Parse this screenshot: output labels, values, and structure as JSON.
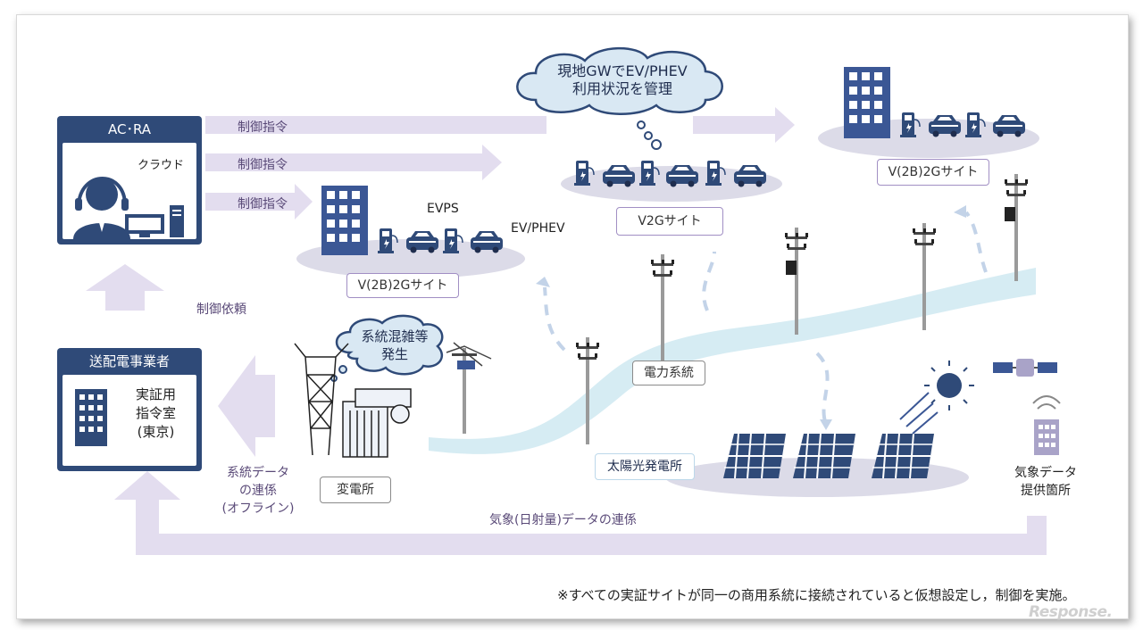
{
  "acra": {
    "title": "AC･RA",
    "cloud_label": "クラウド"
  },
  "tso": {
    "title": "送配電事業者",
    "office_line1": "実証用",
    "office_line2": "指令室",
    "office_line3": "(東京)"
  },
  "arrows": {
    "control_cmd_1": "制御指令",
    "control_cmd_2": "制御指令",
    "control_cmd_3": "制御指令",
    "control_request": "制御依頼"
  },
  "sites": {
    "v2b2g_left": "V(2B)2Gサイト",
    "v2g_center": "V2Gサイト",
    "v2b2g_right": "V(2B)2Gサイト",
    "evps_label": "EVPS",
    "ev_phev_label": "EV/PHEV"
  },
  "clouds": {
    "gateway_line1": "現地GWでEV/PHEV",
    "gateway_line2": "利用状況を管理",
    "congestion_line1": "系統混雑等",
    "congestion_line2": "発生"
  },
  "grid": {
    "power_system": "電力系統",
    "substation": "変電所",
    "solar_plant": "太陽光発電所",
    "weather_provider_line1": "気象データ",
    "weather_provider_line2": "提供箇所",
    "grid_data_line1": "系統データ",
    "grid_data_line2": "の連係",
    "grid_data_line3": "(オフライン)",
    "weather_data_link": "気象(日射量)データの連係"
  },
  "footnote": "※すべての実証サイトが同一の商用系統に接続されていると仮想設定し，制御を実施。",
  "watermark": "Response.",
  "colors": {
    "panel_navy": "#2f4a78",
    "arrow_lavender": "#e3ddef",
    "accent_blue": "#3b5795",
    "river": "#d6ecf3",
    "tag_border": "#a18fc4"
  }
}
